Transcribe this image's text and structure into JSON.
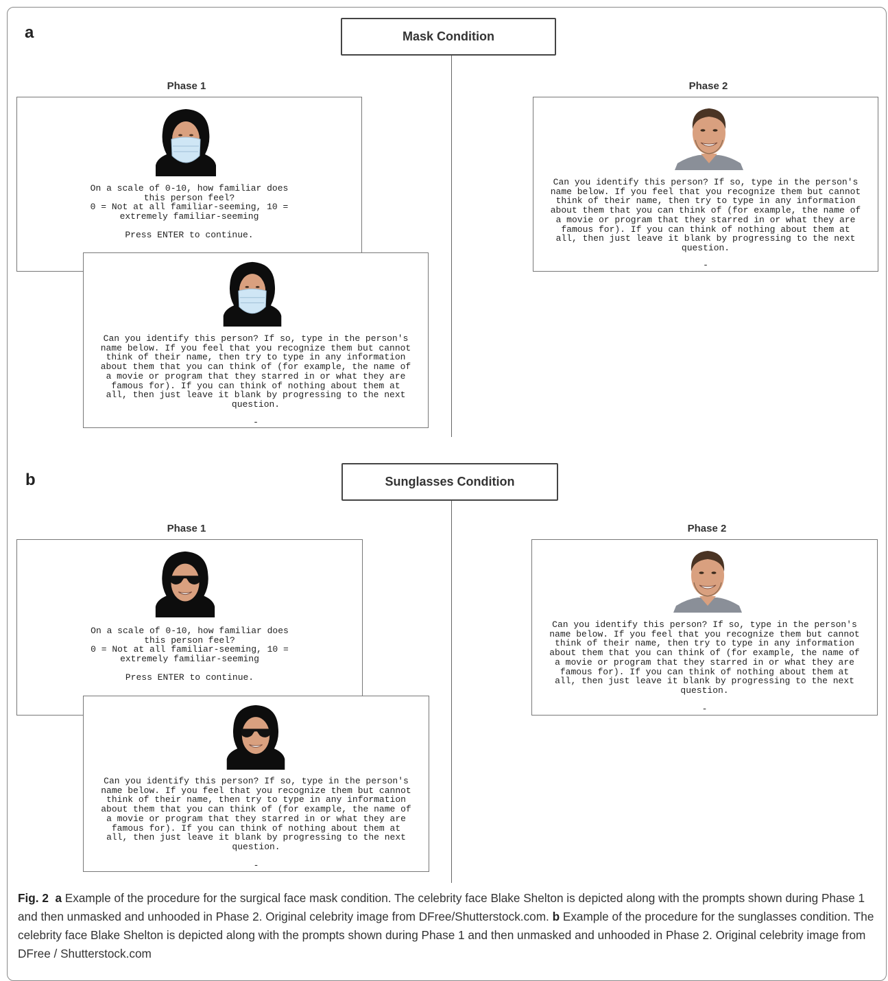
{
  "panel_a": {
    "letter": "a",
    "condition": "Mask Condition",
    "phase1_label": "Phase 1",
    "phase2_label": "Phase 2",
    "familiarity_prompt": "On a scale of 0-10, how familiar does\nthis person feel?\n0 = Not at all familiar-seeming, 10 =\nextremely familiar-seeming",
    "continue_prompt": "Press ENTER to continue.",
    "identify_prompt": "Can you identify this person? If so, type in the person's\nname below. If you feel that you recognize them but cannot\nthink of their name, then try to type in any information\nabout them that you can think of (for example, the name of\na movie or program that they starred in or what they are\nfamous for). If you can think of nothing about them at\nall, then just leave it blank by progressing to the next\nquestion.",
    "input_mark": "-",
    "covering": "surgical-mask"
  },
  "panel_b": {
    "letter": "b",
    "condition": "Sunglasses Condition",
    "phase1_label": "Phase 1",
    "phase2_label": "Phase 2",
    "familiarity_prompt": "On a scale of 0-10, how familiar does\nthis person feel?\n0 = Not at all familiar-seeming, 10 =\nextremely familiar-seeming",
    "continue_prompt": "Press ENTER to continue.",
    "identify_prompt": "Can you identify this person? If so, type in the person's\nname below. If you feel that you recognize them but cannot\nthink of their name, then try to type in any information\nabout them that you can think of (for example, the name of\na movie or program that they starred in or what they are\nfamous for). If you can think of nothing about them at\nall, then just leave it blank by progressing to the next\nquestion.",
    "input_mark": "-",
    "covering": "sunglasses"
  },
  "caption": {
    "fig_label": "Fig. 2",
    "a_label": "a",
    "a_text": " Example of the procedure for the surgical face mask condition. The celebrity face Blake Shelton is depicted along with the prompts shown during Phase 1 and then unmasked and unhooded in Phase 2. Original celebrity image from DFree/Shutterstock.com. ",
    "b_label": "b",
    "b_text": " Example of the procedure for the sunglasses condition. The celebrity face Blake Shelton is depicted along with the prompts shown during Phase 1 and then unmasked and unhooded in Phase 2. Original celebrity image from DFree / Shutterstock.com"
  },
  "colors": {
    "hood": "#0d0d0d",
    "skin": "#d9a07f",
    "mask": "#cfe6f5",
    "lens": "#111111",
    "shirt": "#8a8f98"
  }
}
